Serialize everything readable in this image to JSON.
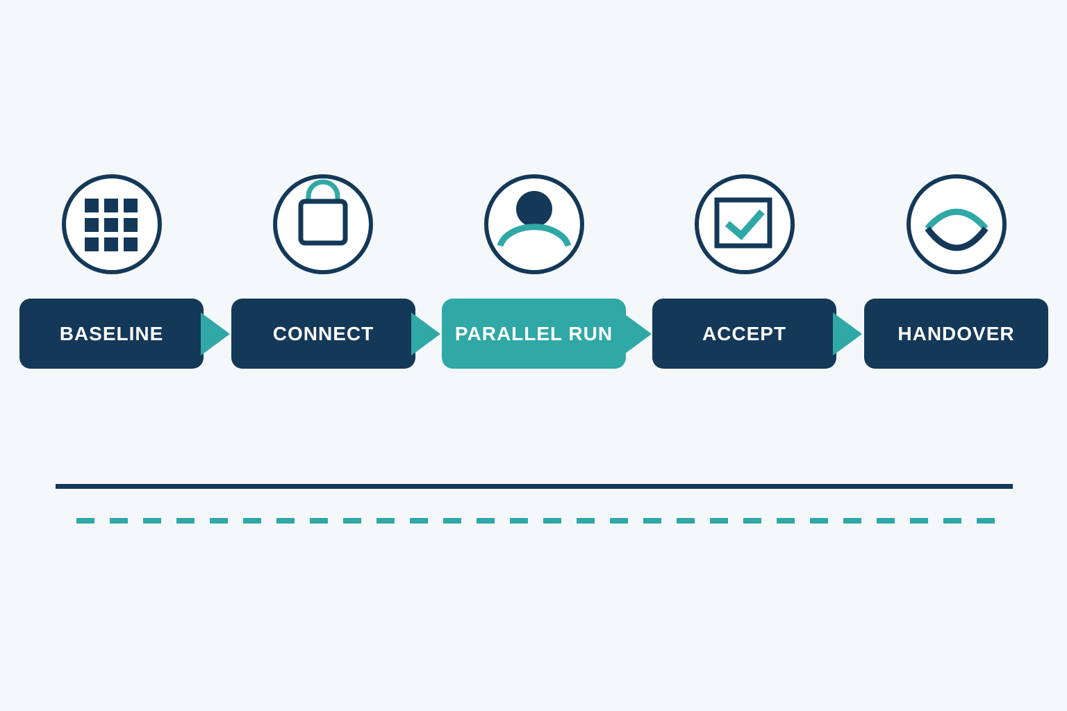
{
  "colors": {
    "background": "#f4f8fb",
    "navy": "#143858",
    "teal": "#2fa8a6",
    "white": "#ffffff"
  },
  "stages": [
    {
      "label": "BASELINE",
      "icon": "grid-icon",
      "active": false
    },
    {
      "label": "CONNECT",
      "icon": "padlock-icon",
      "active": false
    },
    {
      "label": "PARALLEL RUN",
      "icon": "user-icon",
      "active": true
    },
    {
      "label": "ACCEPT",
      "icon": "checkbox-icon",
      "active": false
    },
    {
      "label": "HANDOVER",
      "icon": "eye-icon",
      "active": false
    }
  ]
}
